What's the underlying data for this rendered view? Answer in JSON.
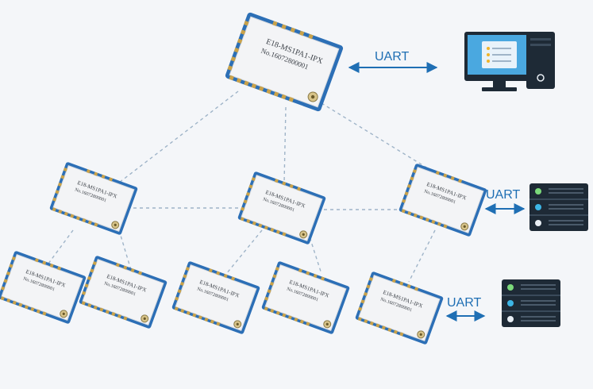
{
  "diagram": {
    "colors": {
      "background": "#f4f6f9",
      "link": "#9fb4c8",
      "arrow": "#1f6fb4",
      "module_board": "#2c6fb6",
      "module_shield": "#f3f4f6",
      "server_body": "#1e2a36"
    },
    "coordinator": {
      "line1": "E18-MS1PA1-IPX",
      "line2": "No.16072800001"
    },
    "node_label": {
      "line1": "E18-MS1PA1-IPX",
      "line2": "No.16072800001"
    },
    "connections": [
      {
        "name": "coordinator-to-computer",
        "label": "UART",
        "icon": "desktop-computer-icon"
      },
      {
        "name": "router-right-to-server",
        "label": "UART",
        "icon": "server-icon"
      },
      {
        "name": "enddevice-right-to-server",
        "label": "UART",
        "icon": "server-icon"
      }
    ]
  }
}
